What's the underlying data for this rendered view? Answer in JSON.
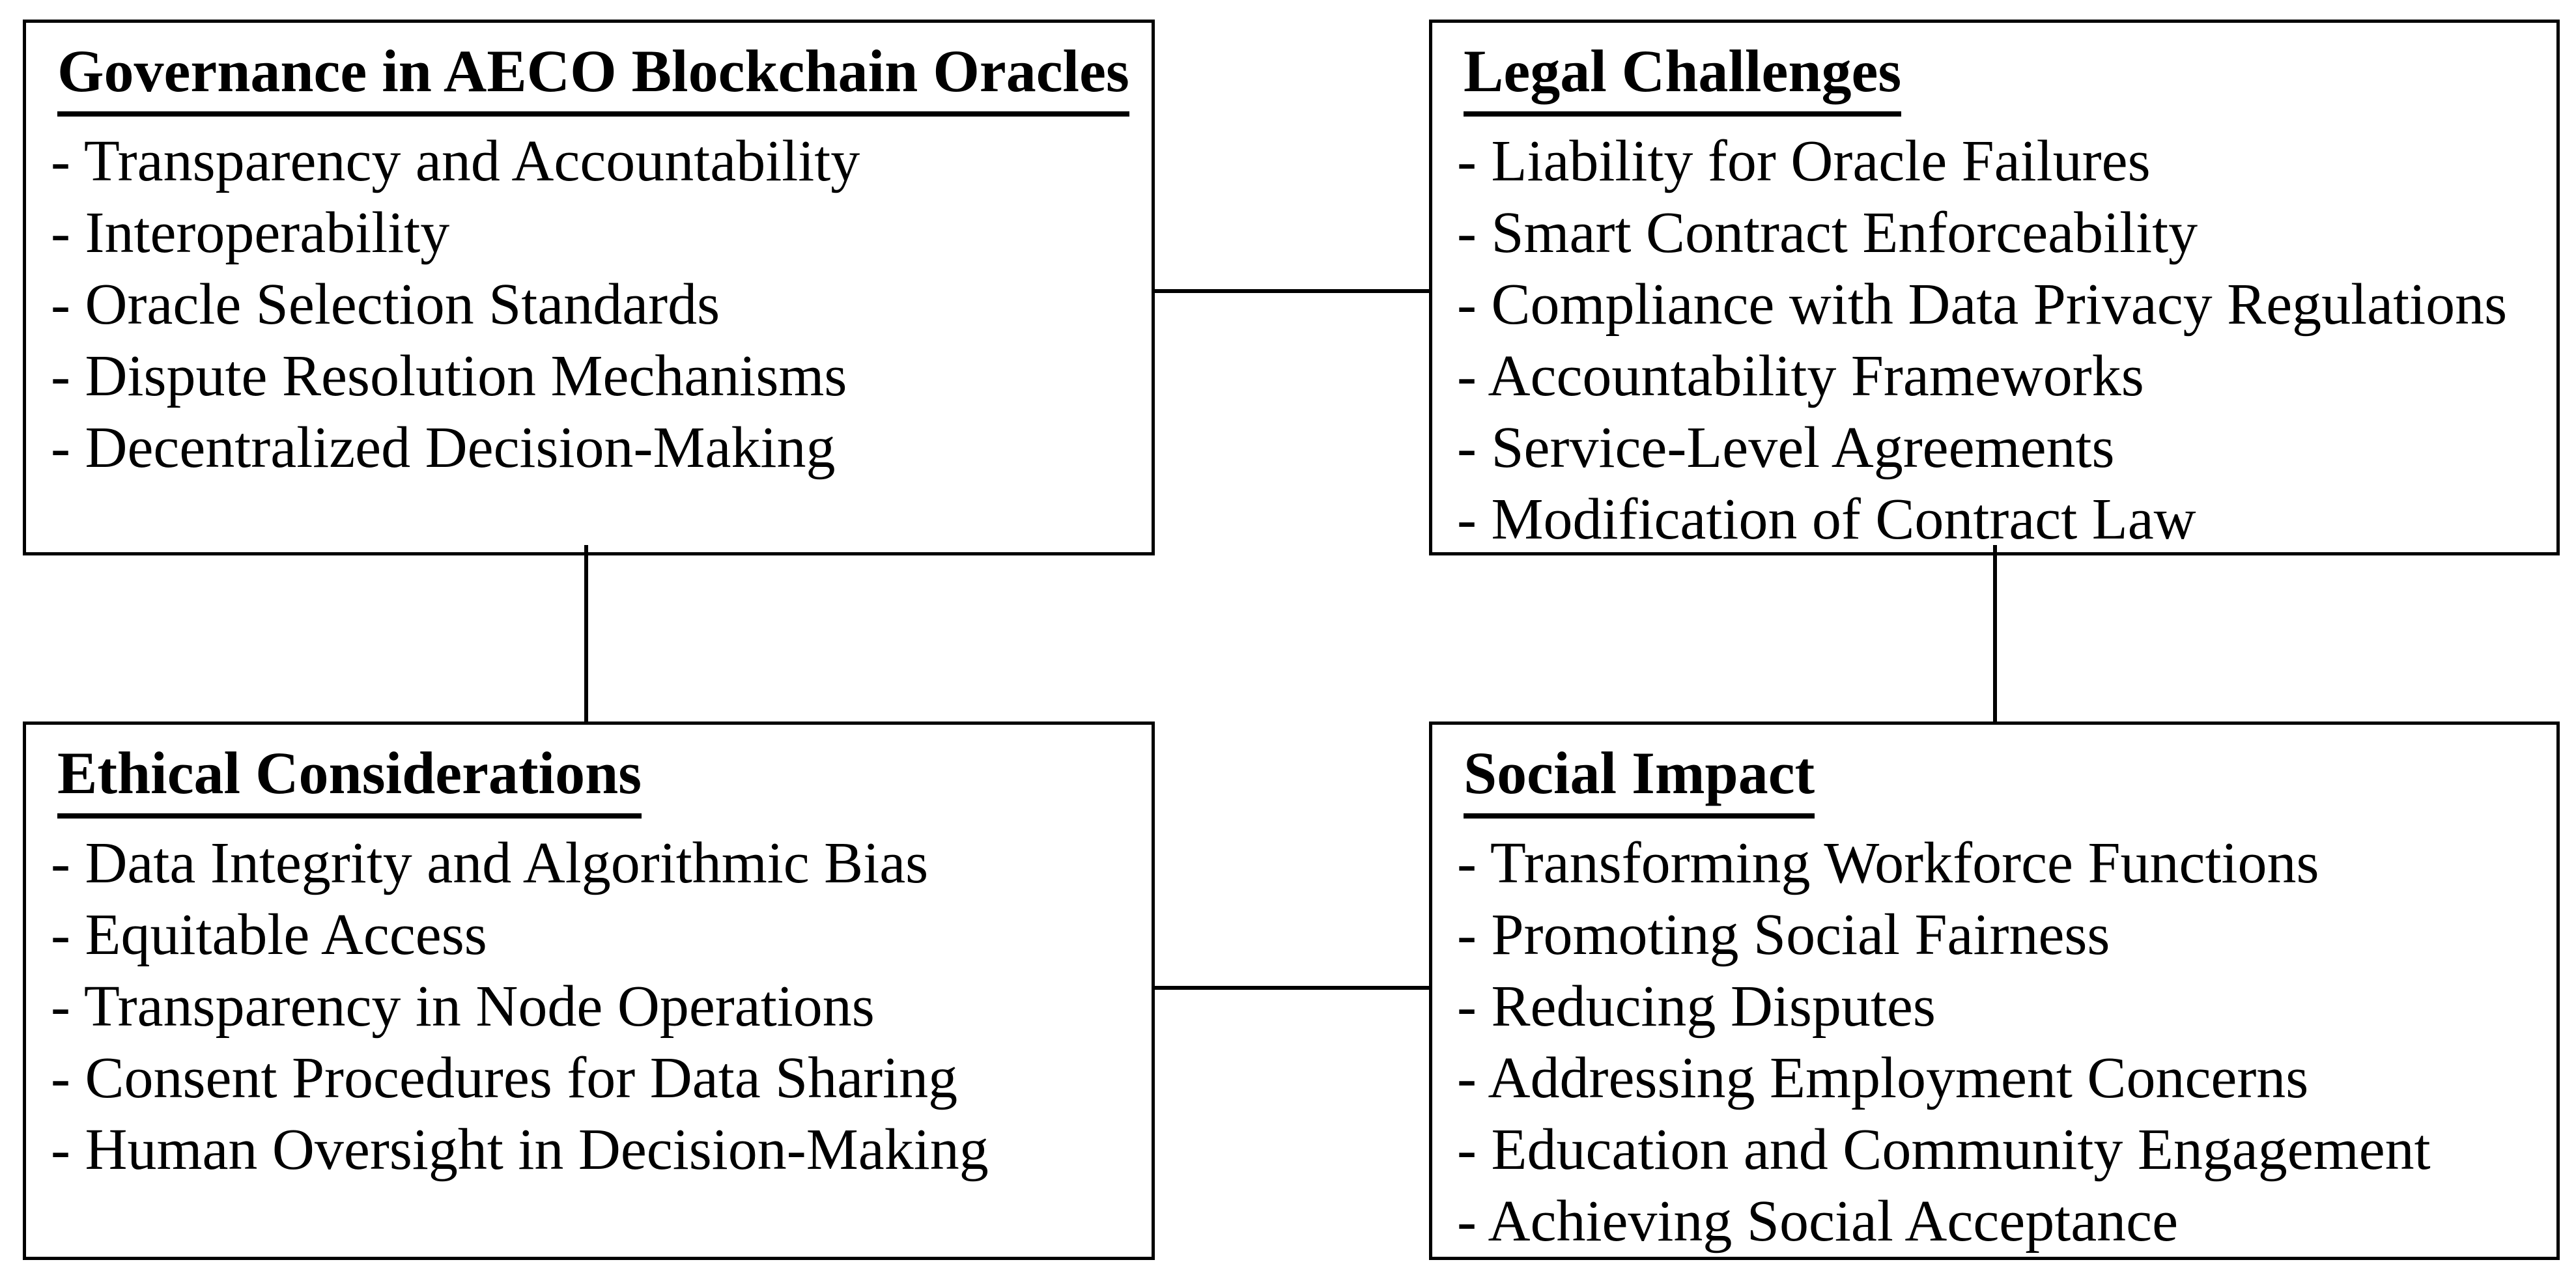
{
  "page": {
    "background_color": "#ffffff",
    "line_color": "#000000",
    "text_color": "#000000"
  },
  "boxes": [
    {
      "id": "governance",
      "title": "Governance in AECO Blockchain Oracles",
      "items": [
        "- Transparency and Accountability",
        "- Interoperability",
        "- Oracle Selection Standards",
        "- Dispute Resolution Mechanisms",
        "- Decentralized Decision-Making"
      ]
    },
    {
      "id": "legal-challenges",
      "title": "Legal Challenges",
      "items": [
        "- Liability for Oracle Failures",
        "- Smart Contract Enforceability",
        "- Compliance with Data Privacy Regulations",
        "- Accountability Frameworks",
        "- Service-Level Agreements",
        "- Modification of Contract Law"
      ]
    },
    {
      "id": "ethical-considerations",
      "title": "Ethical Considerations",
      "items": [
        "- Data Integrity and Algorithmic Bias",
        "- Equitable Access",
        "- Transparency in Node Operations",
        "- Consent Procedures for Data Sharing",
        "- Human Oversight in Decision-Making"
      ]
    },
    {
      "id": "social-impact",
      "title": "Social Impact",
      "items": [
        "- Transforming Workforce Functions",
        "- Promoting Social Fairness",
        "- Reducing Disputes",
        "- Addressing Employment Concerns",
        "- Education and Community Engagement",
        "- Achieving Social Acceptance"
      ]
    }
  ],
  "connectors": [
    {
      "id": "governance-to-legal",
      "from": "governance",
      "to": "legal-challenges",
      "orientation": "horizontal"
    },
    {
      "id": "governance-to-ethical",
      "from": "governance",
      "to": "ethical-considerations",
      "orientation": "vertical"
    },
    {
      "id": "legal-to-social",
      "from": "legal-challenges",
      "to": "social-impact",
      "orientation": "vertical"
    },
    {
      "id": "ethical-to-social",
      "from": "ethical-considerations",
      "to": "social-impact",
      "orientation": "horizontal"
    }
  ]
}
